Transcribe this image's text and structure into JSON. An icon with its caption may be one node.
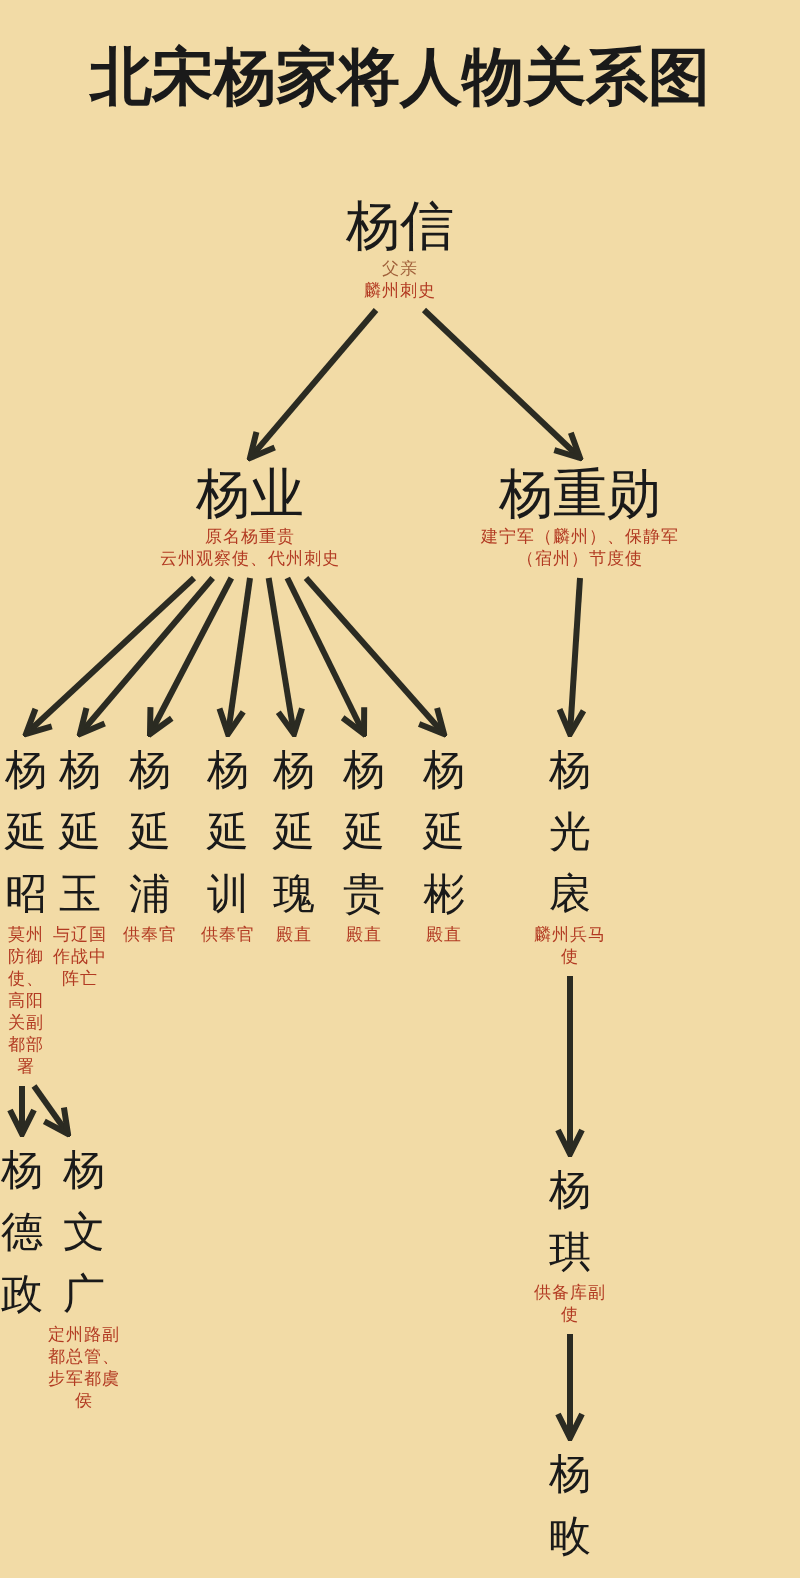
{
  "diagram": {
    "title": "北宋杨家将人物关系图",
    "nodes": [
      {
        "text": [
          "杨信",
          "父亲",
          "麟州刺史"
        ]
      },
      {
        "text": [
          "杨业",
          "原名杨重贵",
          "云州观察使、代州刺史"
        ]
      },
      {
        "text": [
          "杨重勋",
          "建宁军（麟州）、保静军（宿州）节度使"
        ]
      },
      {
        "text": [
          "杨延昭",
          "莫州防御使、高阳关副都部署"
        ]
      },
      {
        "text": [
          "杨延玉",
          "与辽国作战中阵亡"
        ]
      },
      {
        "text": [
          "杨延浦",
          "供奉官"
        ]
      },
      {
        "text": [
          "杨延训",
          "供奉官"
        ]
      },
      {
        "text": [
          "杨延瑰",
          "殿直"
        ]
      },
      {
        "text": [
          "杨延贵",
          "殿直"
        ]
      },
      {
        "text": [
          "杨延彬",
          "殿直"
        ]
      },
      {
        "text": [
          "杨光扆",
          "麟州兵马使"
        ]
      },
      {
        "text": [
          "杨德政"
        ]
      },
      {
        "text": [
          "杨文广",
          "定州路副都总管、步军都虞侯"
        ]
      },
      {
        "text": [
          "杨琪",
          "供备库副使"
        ]
      },
      {
        "text": [
          "杨畋"
        ]
      }
    ],
    "edges": [
      {
        "from": 0,
        "to": 1,
        "arrow": "to"
      },
      {
        "from": 0,
        "to": 2,
        "arrow": "to"
      },
      {
        "from": 1,
        "to": 3,
        "arrow": "to"
      },
      {
        "from": 1,
        "to": 4,
        "arrow": "to"
      },
      {
        "from": 1,
        "to": 5,
        "arrow": "to"
      },
      {
        "from": 1,
        "to": 6,
        "arrow": "to"
      },
      {
        "from": 1,
        "to": 7,
        "arrow": "to"
      },
      {
        "from": 1,
        "to": 8,
        "arrow": "to"
      },
      {
        "from": 1,
        "to": 9,
        "arrow": "to"
      },
      {
        "from": 2,
        "to": 10,
        "arrow": "to"
      },
      {
        "from": 3,
        "to": 11,
        "arrow": "to"
      },
      {
        "from": 3,
        "to": 12,
        "arrow": "to"
      },
      {
        "from": 10,
        "to": 13,
        "arrow": "to"
      },
      {
        "from": 13,
        "to": 14,
        "arrow": "to"
      }
    ]
  }
}
